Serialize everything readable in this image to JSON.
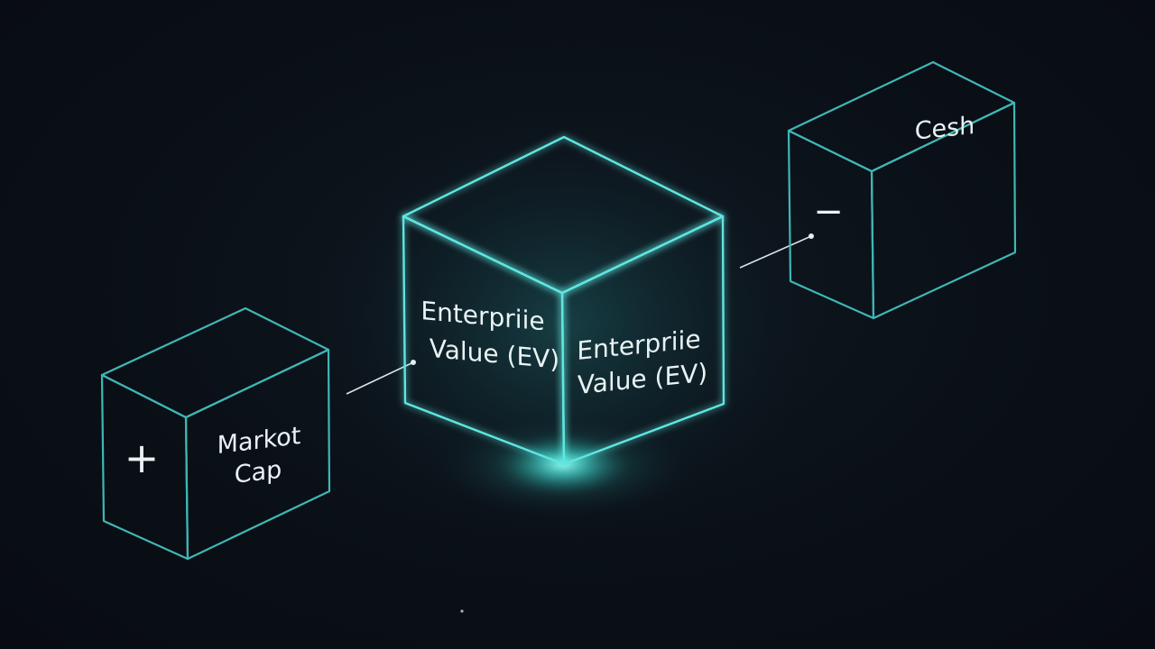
{
  "diagram": {
    "left_block": {
      "operator": "+",
      "label_line1": "Markot",
      "label_line2": "Cap"
    },
    "center_block": {
      "left_face_line1": "Enterpriie",
      "left_face_line2": "Value (EV)",
      "right_face_line1": "Enterpriie",
      "right_face_line2": "Value (EV)"
    },
    "right_block": {
      "operator": "−",
      "label": "Cesh"
    },
    "colors": {
      "background": "#0a0f16",
      "edge": "#3fb7b5",
      "glow": "#4fe3d6",
      "text": "#e9f2f4"
    }
  }
}
